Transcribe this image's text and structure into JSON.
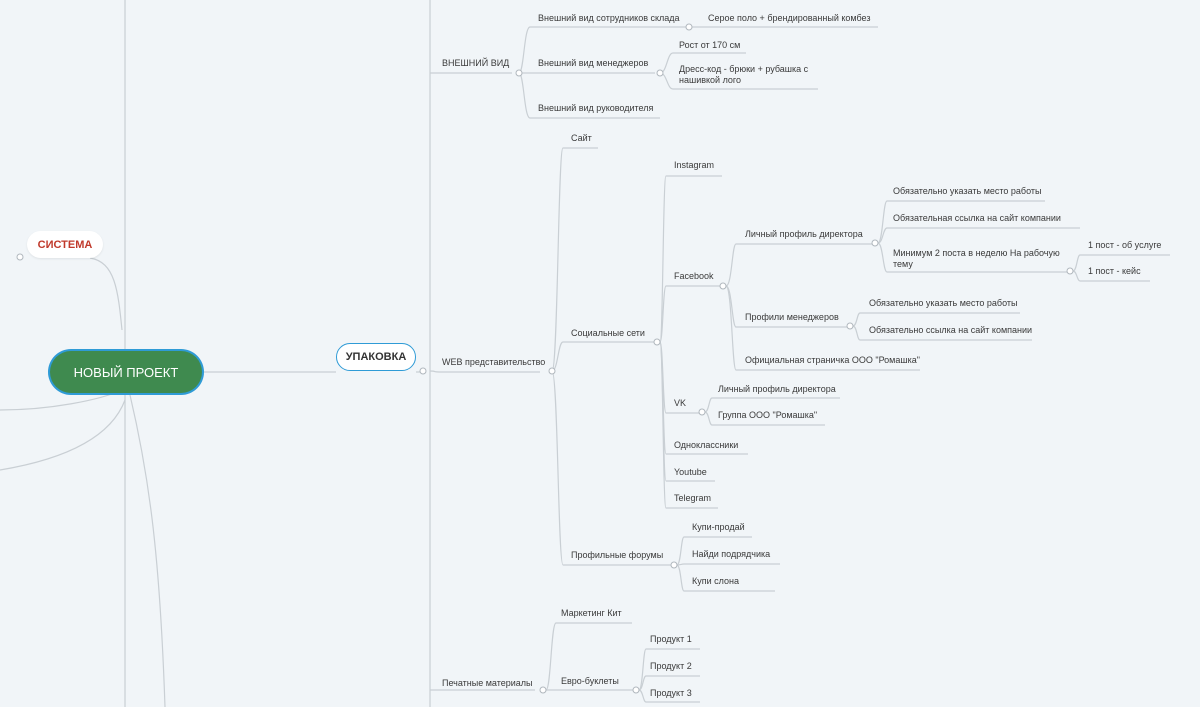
{
  "root": {
    "label": "НОВЫЙ ПРОЕКТ"
  },
  "system": {
    "label": "СИСТЕМА"
  },
  "pack": {
    "label": "УПАКОВКА"
  },
  "colors": {
    "root_fill": "#3f8a4f",
    "root_outline": "#2f9bd6",
    "system_text": "#c0392b",
    "lines": "#c9cfd4",
    "background": "#f1f5f8"
  },
  "nodes": {
    "appearance": "ВНЕШНИЙ ВИД",
    "ws": "Внешний вид сотрудников склада",
    "ws_polo": "Серое поло + брендированный комбез",
    "mgr": "Внешний вид менеджеров",
    "mgr_height": "Рост от 170 см",
    "mgr_dress": "Дресс-код - брюки + рубашка с нашивкой лого",
    "head": "Внешний вид руководителя",
    "web": "WEB представительство",
    "site": "Сайт",
    "social": "Социальные сети",
    "instagram": "Instagram",
    "facebook": "Facebook",
    "fb_dir": "Личный профиль директора",
    "fb_dir_work": "Обязательно указать место работы",
    "fb_dir_link": "Обязательная ссылка на сайт компании",
    "fb_dir_posts": "Минимум 2 поста в неделю На рабочую тему",
    "post_service": "1 пост - об услуге",
    "post_case": "1 пост - кейс",
    "fb_mgr": "Профили менеджеров",
    "fb_mgr_work": "Обязательно указать место работы",
    "fb_mgr_link": "Обязательно ссылка на сайт компании",
    "fb_page": "Официальная страничка ООО \"Ромашка\"",
    "vk": "VK",
    "vk_dir": "Личный профиль директора",
    "vk_group": "Группа ООО \"Ромашка\"",
    "ok": "Одноклассники",
    "youtube": "Youtube",
    "telegram": "Telegram",
    "forums": "Профильные форумы",
    "f_buy": "Купи-продай",
    "f_contractor": "Найди подрядчика",
    "f_elephant": "Купи слона",
    "print": "Печатные материалы",
    "mkit": "Маркетинг Кит",
    "euro": "Евро-буклеты",
    "p1": "Продукт 1",
    "p2": "Продукт 2",
    "p3": "Продукт 3"
  }
}
